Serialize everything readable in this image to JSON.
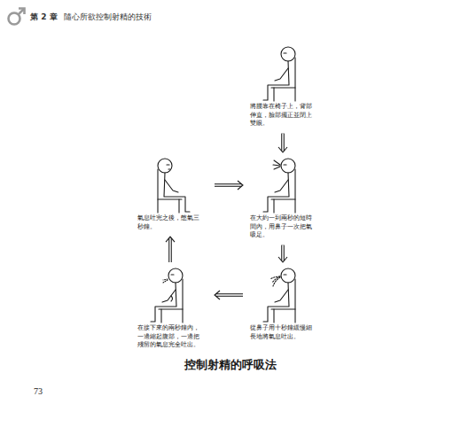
{
  "diagram": {
    "title": "控制射精的呼吸法",
    "nodes": [
      {
        "text": [
          "將腰靠在椅子上，背部伸直，臉部擺正並閉上雙眼。"
        ]
      },
      {
        "text": [
          "在大約一到兩秒的短時間內，用鼻子一次把氣吸足。"
        ]
      },
      {
        "text": [
          "從鼻子用十秒鐘緩慢細長地將氣息吐出。"
        ]
      },
      {
        "text": [
          "在接下來的兩秒鐘內，一邊縮起腹部，一邊把殘留的氣息完全吐出。"
        ]
      },
      {
        "text": [
          "氣息吐完之後，憋氣三秒鐘。"
        ]
      }
    ],
    "edges": [
      {
        "from": 0,
        "to": 1,
        "arrow": "to"
      },
      {
        "from": 1,
        "to": 2,
        "arrow": "to"
      },
      {
        "from": 2,
        "to": 3,
        "arrow": "to"
      },
      {
        "from": 3,
        "to": 4,
        "arrow": "to"
      },
      {
        "from": 4,
        "to": 1,
        "arrow": "to"
      }
    ],
    "labels": [
      "第 2 章",
      "隨心所欲控制射精的技術",
      "73"
    ]
  }
}
